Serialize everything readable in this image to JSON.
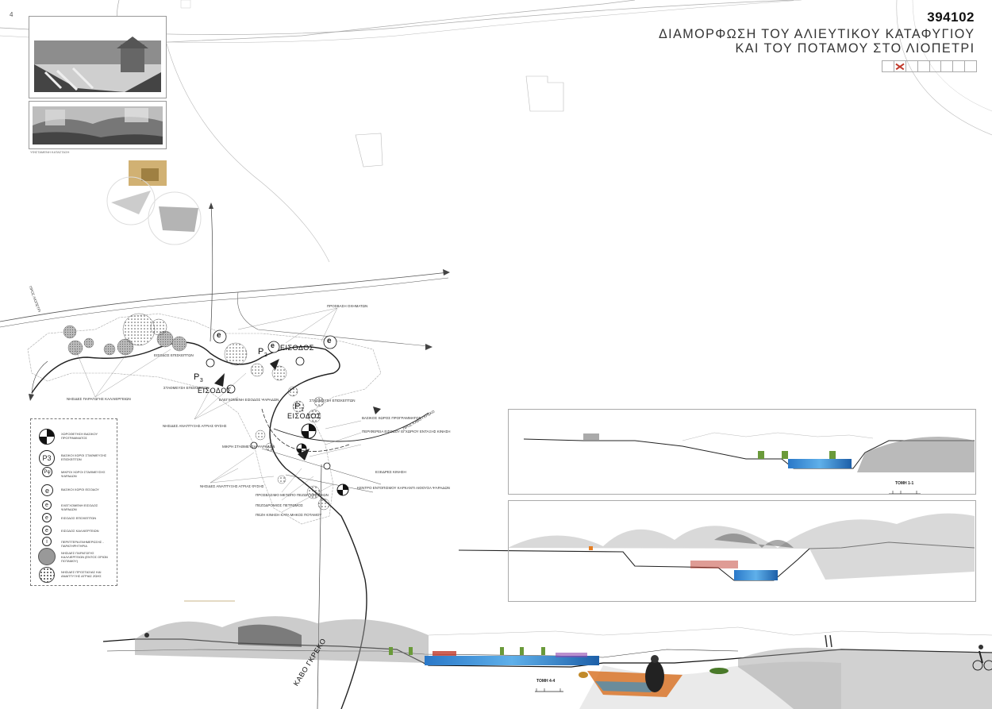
{
  "sheet": {
    "page_number": "4",
    "project_code": "394102",
    "title_line1": "ΔΙΑΜΟΡΦΩΣΗ ΤΟΥ ΑΛΙΕΥΤΙΚΟΥ  ΚΑΤΑΦΥΓΙΟΥ",
    "title_line2": "ΚΑΙ ΤΟΥ ΠΟΤΑΜΟΥ ΣΤΟ ΛΙΟΠΕΤΡΙ",
    "grid_cells": 8,
    "grid_marked_cell": 1
  },
  "photos": {
    "caption": "ΥΦΙΣΤΑΜΕΝΗ ΚΑΤΑΣΤΑΣΗ"
  },
  "plan_labels": {
    "road_west": "ΠΡΟΣ ΛΙΟΠΕΤΡΙ",
    "road_east": "ΠΡΟΣ ΚΑΒΟ ΓΚΡΕΚΟ",
    "road_south": "ΚΑΒΟ ΓΚΡΕΚΟ",
    "entrance_1": "ΕΙΣΟΔΟΣ",
    "entrance_2": "ΕΙΣΟΔΟΣ",
    "entrance_3": "ΕΙΣΟΔΟΣ",
    "callouts": [
      "ΠΡΟΣΒΑΣΗ ΟΧΗΜΑΤΩΝ",
      "ΕΙΣΟΔΟΣ ΕΠΙΣΚΕΠΤΩΝ",
      "ΣΤΑΘΜΕΥΣΗ ΕΠΙΣΚΕΠΤΩΝ",
      "ΕΛΕΓΧΟΜΕΝΗ ΕΙΣΟΔΟΣ ΨΑΡΑΔΩΝ",
      "ΝΗΣΙΔΕΣ ΑΝΑΠΤΥΞΗΣ ΑΓΡΙΑΣ ΦΥΣΗΣ",
      "ΝΗΣΙΔΕΣ ΠΑΡΑΓΩΓΗΣ ΚΑΛΛΙΕΡΓΕΙΩΝ",
      "ΣΤΑΘΜΕΥΣΗ ΕΠΙΣΚΕΠΤΩΝ",
      "ΒΑΣΙΚΟΣ ΧΩΡΟΣ ΠΡΟΓΡΑΜΜΑΤΟΣ",
      "ΜΙΚΡΗ ΣΤΑΘΜΕΥΣΗ ΨΑΡΑΔΩΝ",
      "ΠΡΟΣΒΑΣΙΜΟ ΜΕΤΩΠΟ ΠΕΖΩΝ ΚΙΝΗΣΕΩΝ",
      "ΠΕΖΟΔΡΟΜΙΟΣ ΠΕΤΡΩΜΟΣ",
      "ΠΕΖΗ ΚΙΝΗΣΗ ΚΑΤΑ ΜΗΚΟΣ ΠΟΤΑΜΟΥ",
      "ΚΕΝΤΡΟ ΕΝΤΟΠΙΣΜΟΥ ΚΑΡΚΑΝΤΙ ΑΙΘΟΥΣΑ ΨΑΡΑΔΩΝ",
      "ΕΞΕΔΡΕΣ ΚΙΝΗΣΗ",
      "ΠΕΡΙΦΕΡΕΙΑ ΕΙΣΟΔΟΥ ΕΓΧΩΡΙΟΥ ΕΝΤΑΞΗΣ ΚΙΝΗΣΗ"
    ]
  },
  "legend": [
    {
      "symbol": "",
      "type": "quadrant",
      "text": "ΧΩΡΟΘΕΤΗΣΗ ΒΑΣΙΚΟΥ ΠΡΟΓΡΑΜΜΑΤΟΣ"
    },
    {
      "symbol": "P3",
      "type": "circle",
      "text": "ΒΑΣΙΚΟΙ ΧΩΡΟΙ ΣΤΑΘΜΕΥΣΗΣ ΕΠΙΣΚΕΠΤΩΝ"
    },
    {
      "symbol": "Pψ",
      "type": "small",
      "text": "ΜΙΚΡΟΙ ΧΩΡΟΙ ΣΤΑΘΜΕΥΣΗΣ ΨΑΡΑΔΩΝ"
    },
    {
      "symbol": "e",
      "type": "circle",
      "text": "ΒΑΣΙΚΟΙ ΧΩΡΟΙ ΕΙΣΟΔΟΥ"
    },
    {
      "symbol": "e",
      "type": "small",
      "text": "ΕΛΕΓΧΟΜΕΝΗ ΕΙΣΟΔΟΣ ΨΑΡΑΔΩΝ"
    },
    {
      "symbol": "e",
      "type": "small",
      "text": "ΕΙΣΟΔΟΣ ΕΠΙΣΚΕΠΤΩΝ"
    },
    {
      "symbol": "e",
      "type": "small",
      "text": "ΕΙΣΟΔΟΣ ΚΑΛΛΙΕΡΓΕΙΩΝ"
    },
    {
      "symbol": "i",
      "type": "small",
      "text": "ΠΕΡΙΠΤΕΡΑ ΕΝΗΜΕΡΩΣΗΣ - ΠΑΡΑΤΗΡΗΤΗΡΙΑ"
    },
    {
      "symbol": "",
      "type": "grey",
      "text": "ΝΗΣΙΔΕΣ ΠΑΡΑΓΩΓΗΣ ΚΑΛΛΙΕΡΓΕΙΩΝ (ΕΝΤΟΣ ΟΡΙΩΝ ΠΟΤΑΜΟΥ)"
    },
    {
      "symbol": "",
      "type": "dotted",
      "text": "ΝΗΣΙΔΕΣ ΠΡΟΣΤΑΣΙΑΣ ΚΑΙ ΑΝΑΠΤΥΞΗΣ ΑΓΡΙΑΣ ΖΩΗΣ"
    }
  ],
  "sections": {
    "section_1_title": "ΤΟΜΗ 1-1",
    "section_4_title": "ΤΟΜΗ 4-4"
  }
}
